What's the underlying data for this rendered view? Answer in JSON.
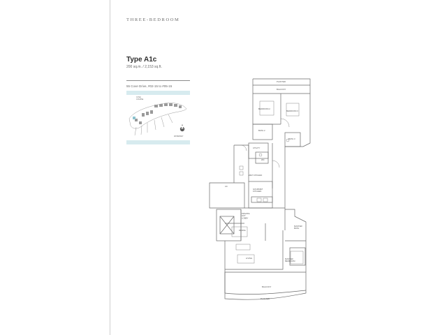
{
  "header": {
    "section": "THREE-BEDROOM"
  },
  "unit": {
    "type": "Type A1c",
    "area": "200 sq.m. / 2,153 sq.ft.",
    "units": "55 Cove Drive, #02-15 to #05-15"
  },
  "site_plan": {
    "label_top": "COVE\nCOURSE",
    "label_bottom": "WATERWAY",
    "colors": {
      "band": "#d7ebef",
      "building": "#9a9a9a",
      "highlight": "#8cc3cf"
    }
  },
  "floor_plan": {
    "rooms": {
      "planter_top": "PLANTER",
      "balcony_top": "BALCONY",
      "bedroom_2": "BEDROOM 2",
      "bedroom_3": "BEDROOM 3",
      "bath_2": "BATH 2",
      "bath_3": "BATH 3",
      "wc": "WC",
      "utility": "UTILITY",
      "wet_kitchen": "WET KITCHEN",
      "ac": "AC",
      "gourmet_kitchen": "GOURMET\nKITCHEN",
      "private_lift_lobby": "PRIVATE\nLIFT\nLOBBY",
      "dining": "DINING",
      "living": "LIVING",
      "master_bath": "MASTER\nBATH",
      "master_bedroom": "MASTER\nBEDROOM",
      "balcony_bottom": "BALCONY",
      "planter_bottom": "PLANTER"
    }
  }
}
